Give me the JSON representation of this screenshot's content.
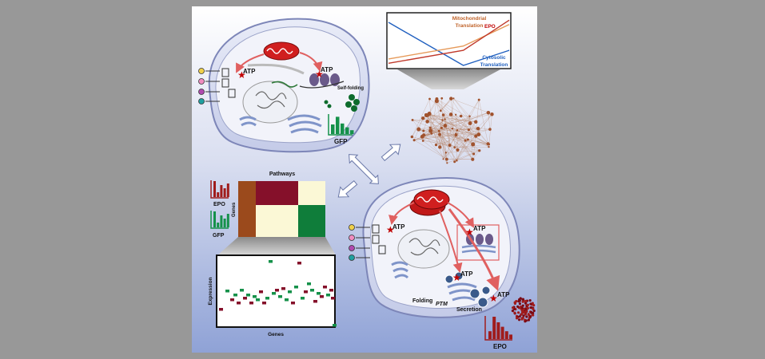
{
  "figure": {
    "colors": {
      "background": "#989898",
      "panel_top": "#ffffff",
      "panel_bottom": "#8fa2d6",
      "cell_fill": "#dfe3f3",
      "cell_edge": "#7d86b8",
      "epo_red": "#a01c1c",
      "gfp_green": "#15914a",
      "heat_brown": "#9b4a1c",
      "heat_maroon": "#85102a",
      "heat_cream": "#fbf8d6",
      "heat_green": "#0f7d3a",
      "mito_red": "#d01f1f",
      "network_brown": "#a0522d"
    },
    "top_cell": {
      "atp_left": "ATP",
      "atp_right": "ATP",
      "self_folding": "Self-folding",
      "gfp": "GFP",
      "gfp_bars": [
        0.5,
        0.9,
        0.55,
        0.35,
        0.2
      ]
    },
    "line_chart": {
      "mito_label_1": "Mitochondrial",
      "mito_label_2": "Translation",
      "epo_label": "EPO",
      "cyto_label_1": "Cytosolic",
      "cyto_label_2": "Translation",
      "series": [
        {
          "color": "#1f5fbf",
          "values": [
            1.0,
            0.0,
            0.35
          ]
        },
        {
          "color": "#e69a5a",
          "values": [
            0.15,
            0.45,
            0.95
          ]
        },
        {
          "color": "#c0392b",
          "values": [
            0.05,
            0.35,
            1.05
          ]
        }
      ]
    },
    "heatmap": {
      "title": "Pathways",
      "row_label": "Genes",
      "epo": "EPO",
      "gfp": "GFP",
      "epo_bars": [
        1.0,
        0.3,
        0.75,
        0.55,
        0.85
      ],
      "gfp_bars": [
        1.0,
        0.3,
        0.75,
        0.55,
        0.85
      ]
    },
    "scatter": {
      "ylabel": "Expression",
      "xlabel": "Genes"
    },
    "bottom_cell": {
      "atp_1": "ATP",
      "atp_2": "ATP",
      "atp_3": "ATP",
      "atp_4": "ATP",
      "folding": "Folding",
      "ptm": "PTM",
      "secretion": "Secretion",
      "epo": "EPO",
      "epo_bars": [
        0.35,
        1.0,
        0.75,
        0.55,
        0.35,
        0.2
      ]
    }
  }
}
